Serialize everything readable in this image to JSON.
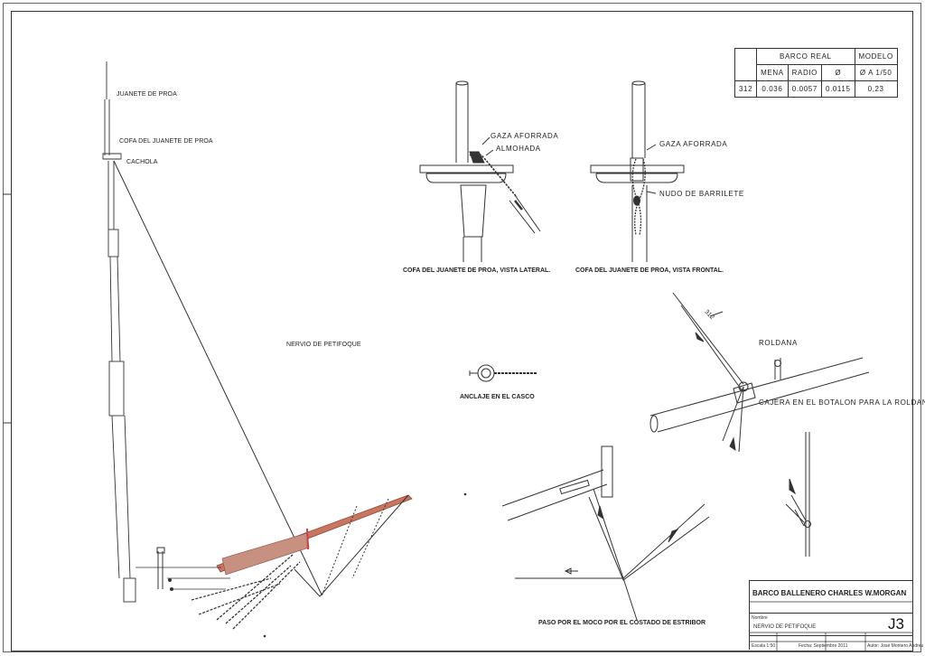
{
  "labels": {
    "juanete": "JUANETE DE PROA",
    "cofa": "COFA DEL JUANETE DE PROA",
    "cachola": "CACHOLA",
    "nervio": "NERVIO DE PETIFOQUE",
    "gaza_lat": "GAZA AFORRADA",
    "almohada": "ALMOHADA",
    "gaza_front": "GAZA AFORRADA",
    "nudo": "NUDO DE BARRILETE",
    "roldana": "ROLDANA",
    "cajera": "CAJERA EN EL BOTALON PARA LA ROLDANA",
    "ref312": "312"
  },
  "captions": {
    "lateral": "COFA DEL JUANETE DE PROA, VISTA LATERAL.",
    "frontal": "COFA DEL JUANETE DE PROA, VISTA FRONTAL.",
    "anclaje": "ANCLAJE EN EL CASCO",
    "paso": "PASO POR EL MOCO POR EL COSTADO DE ESTRIBOR"
  },
  "spec_table": {
    "header_real": "BARCO REAL",
    "header_modelo": "MODELO",
    "col_mena": "MENA",
    "col_radio": "RADIO",
    "col_diam": "Ø",
    "col_escala": "Ø A 1/50",
    "row_ref": "312",
    "row_mena": "0.036",
    "row_radio": "0.0057",
    "row_diam": "0.0115",
    "row_escala": "0,23"
  },
  "title_block": {
    "project": "BARCO BALLENERO CHARLES W.MORGAN",
    "name_label": "Nombre",
    "name": "NERVIO DE PETIFOQUE",
    "code": "J3",
    "escala": "Escala 1:50",
    "fecha": "Fecha: Septiembre 2011",
    "autor": "Autor: José Montero Andreu"
  },
  "colors": {
    "line": "#333333",
    "boom_accent": "#c97560",
    "accent_red": "#d04040"
  }
}
